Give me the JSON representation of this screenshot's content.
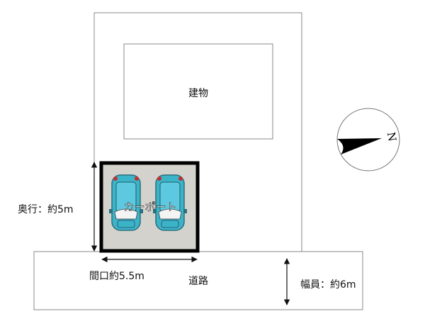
{
  "building": {
    "label": "建物"
  },
  "carport": {
    "label": "カーポート",
    "car_color": "#3cb4c8",
    "floor_color": "#d4d2cd"
  },
  "road": {
    "label": "道路"
  },
  "dimensions": {
    "depth": "奥行：約5m",
    "frontage": "間口約5.5m",
    "road_width": "幅員：約6m"
  },
  "compass": {
    "label": "N"
  }
}
